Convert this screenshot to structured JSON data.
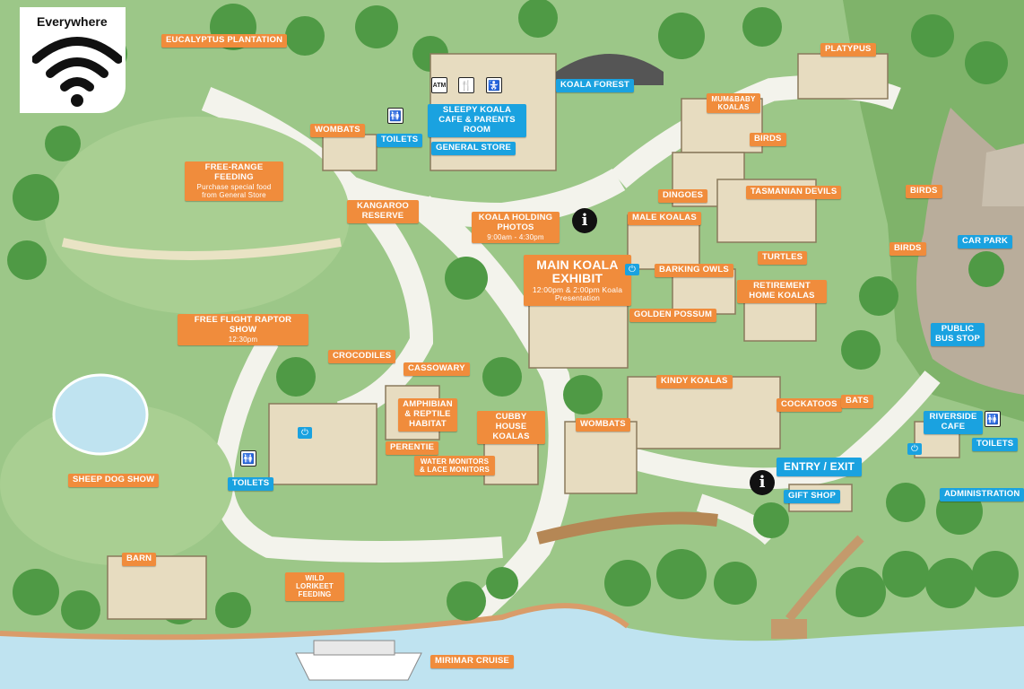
{
  "wifi": {
    "label": "Everywhere",
    "icon": "wifi-icon"
  },
  "colors": {
    "label_orange": "#f08c3c",
    "label_blue": "#1aa2e0",
    "grass": "#9cc788",
    "water": "#bfe3f0",
    "path": "#f3f3ec"
  },
  "labels": {
    "eucalyptus": "Eucalyptus Plantation",
    "wombats_top": "Wombats",
    "toilets_top": "Toilets",
    "sleepy_koala": "Sleepy Koala Cafe & Parents Room",
    "general_store": "General Store",
    "koala_forest": "Koala Forest",
    "platypus": "Platypus",
    "mum_baby": "Mum&Baby Koalas",
    "birds_1": "Birds",
    "free_range": "Free-Range Feeding",
    "free_range_sub": "Purchase special food from General Store",
    "kangaroo_reserve": "Kangaroo Reserve",
    "koala_holding": "Koala Holding Photos",
    "koala_holding_sub": "9:00am - 4:30pm",
    "dingoes": "Dingoes",
    "tasmanian_devils": "Tasmanian Devils",
    "male_koalas": "Male Koalas",
    "birds_2": "Birds",
    "birds_3": "Birds",
    "car_park": "Car Park",
    "main_koala": "Main Koala Exhibit",
    "main_koala_sub": "12:00pm & 2:00pm Koala Presentation",
    "barking_owls": "Barking Owls",
    "turtles": "Turtles",
    "retirement": "Retirement Home Koalas",
    "golden_possum": "Golden Possum",
    "raptor_show": "Free Flight Raptor Show",
    "raptor_show_sub": "12:30pm",
    "crocodiles": "Crocodiles",
    "cassowary": "Cassowary",
    "amphibian": "Amphibian & Reptile Habitat",
    "cubby_house": "Cubby House Koalas",
    "kindy_koalas": "Kindy Koalas",
    "cockatoos": "Cockatoos",
    "bats": "Bats",
    "public_bus": "Public Bus Stop",
    "riverside_cafe": "Riverside Cafe",
    "toilets_right": "Toilets",
    "administration": "Administration",
    "perentie": "Perentie",
    "water_monitors": "Water Monitors & Lace Monitors",
    "wombats_mid": "Wombats",
    "entry_exit": "Entry / Exit",
    "gift_shop": "Gift Shop",
    "sheep_dog": "Sheep Dog Show",
    "toilets_left": "Toilets",
    "barn": "Barn",
    "lorikeet": "Wild Lorikeet Feeding",
    "mirimar": "Mirimar Cruise"
  },
  "icons": {
    "atm": "ATM",
    "info": "i",
    "usb": "usb-charging-icon",
    "toilet": "toilet-icon",
    "restaurant": "restaurant-icon",
    "baby_change": "baby-change-icon"
  }
}
